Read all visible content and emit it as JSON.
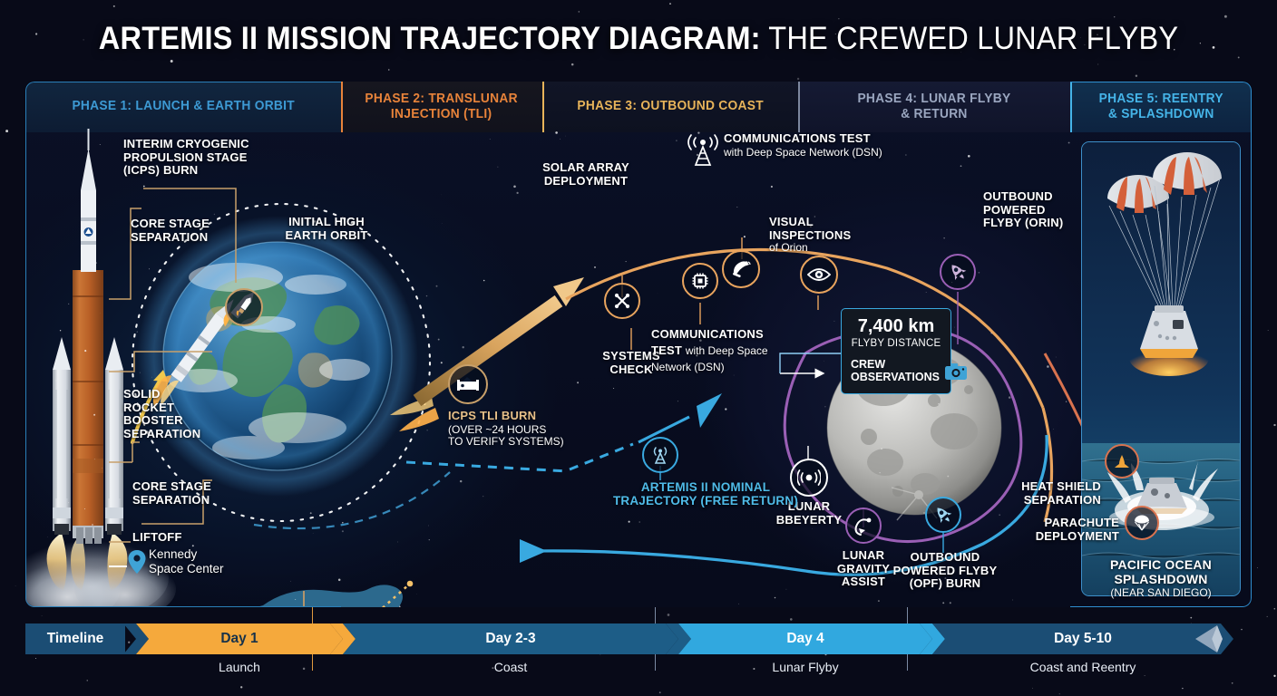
{
  "title": {
    "bold": "ARTEMIS II MISSION TRAJECTORY DIAGRAM:",
    "light": " THE CREWED LUNAR FLYBY"
  },
  "colors": {
    "phase1": "#3d9ad4",
    "phase2": "#e8833a",
    "phase3": "#e8b45a",
    "phase4": "#9aa6bf",
    "phase5": "#45b4e8",
    "orbit_dashed": "#ffffff",
    "trajectory_blue": "#39a9e0",
    "trajectory_orange": "#e8a45e",
    "trajectory_purple": "#9a5fb5",
    "reentry": "#d9734f",
    "timeline_day1": "#f5a93c",
    "timeline_day4": "#31a8df"
  },
  "phases": [
    {
      "label": "PHASE 1: LAUNCH & EARTH ORBIT",
      "color": "#3d9ad4"
    },
    {
      "label": "PHASE 2: TRANSLUNAR\nINJECTION (TLI)",
      "color": "#e8833a"
    },
    {
      "label": "PHASE 3: OUTBOUND COAST",
      "color": "#e8b45a"
    },
    {
      "label": "PHASE 4: LUNAR FLYBY\n& RETURN",
      "color": "#9aa6bf"
    },
    {
      "label": "PHASE 5: REENTRY\n& SPLASHDOWN",
      "color": "#45b4e8"
    }
  ],
  "phase1_labels": {
    "icps": "INTERIM CRYOGENIC\nPROPULSION STAGE\n(ICPS) BURN",
    "core_stage_sep_upper": "CORE STAGE\nSEPARATION",
    "srb_sep": "SOLID\nROCKET\nBOOSTER\nSEPARATION",
    "core_stage_sep_lower": "CORE STAGE\nSEPARATION",
    "liftoff": "LIFTOFF",
    "ksc": "Kennedy\nSpace Center",
    "initial_orbit": "INITIAL HIGH\nEARTH ORBIT"
  },
  "phase2_labels": {
    "tli_burn_title": "ICPS TLI BURN",
    "tli_burn_sub": "(OVER ~24 HOURS\nTO VERIFY SYSTEMS)"
  },
  "phase3_labels": {
    "solar_array": "SOLAR ARRAY\nDEPLOYMENT",
    "systems_check": "SYSTEMS\nCHECK",
    "comm_test_1_bold": "COMMUNICATIONS\nTEST ",
    "comm_test_1_rest": "with Deep Space\nNetwork (DSN)",
    "comm_test_2_bold": "COMMUNICATIONS TEST",
    "comm_test_2_rest": "with Deep Space Network (DSN)",
    "visual_inspections_bold": "VISUAL\nINSPECTIONS",
    "visual_inspections_rest": "of Orion"
  },
  "phase4_labels": {
    "flyby_distance_value": "7,400 km",
    "flyby_distance_caption": "FLYBY DISTANCE",
    "crew_observations": "CREW\nOBSERVATIONS",
    "lunar_telemetry": "LUNAR\nBBEYERTY",
    "lunar_gravity_assist": "LUNAR\nGRAVITY\nASSIST",
    "opf_burn": "OUTBOUND\nPOWERED FLYBY\n(OPF) BURN",
    "outbound_powered_flyby_orin": "OUTBOUND\nPOWERED\nFLYBY (ORIN)",
    "nominal_trajectory": "ARTEMIS II NOMINAL\nTRAJECTORY (FREE RETURN)"
  },
  "phase5_labels": {
    "heat_shield": "HEAT SHIELD\nSEPARATION",
    "parachute": "PARACHUTE\nDEPLOYMENT",
    "splashdown_title": "PACIFIC OCEAN\nSPLASHDOWN",
    "splashdown_sub": "(NEAR SAN DIEGO)"
  },
  "timeline": {
    "header": "Timeline",
    "segments": [
      {
        "day": "Day 1",
        "activity": "Launch",
        "color": "#f5a93c"
      },
      {
        "day": "Day 2-3",
        "activity": "Coast",
        "color": "#1d5d87"
      },
      {
        "day": "Day 4",
        "activity": "Lunar Flyby",
        "color": "#31a8df"
      },
      {
        "day": "Day 5-10",
        "activity": "Coast and Reentry",
        "color": "#1b4d74"
      }
    ]
  },
  "icons": {
    "systems_check": "tools-icon",
    "comm_chip": "chip-icon",
    "comm_antenna": "satellite-dish-icon",
    "comm_tower": "antenna-tower-icon",
    "visual_inspection": "eye-icon",
    "rocket_burn": "rocket-icon",
    "gravity_assist": "gravity-assist-icon",
    "telemetry": "signal-icon",
    "heat_shield": "heat-shield-icon",
    "parachute": "parachute-icon",
    "camera": "camera-icon",
    "map_pin": "map-pin-icon",
    "icps_burn": "spacecraft-icon"
  }
}
